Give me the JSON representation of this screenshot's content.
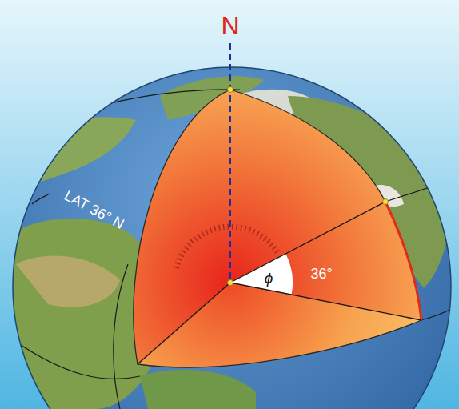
{
  "diagram": {
    "labels": [
      "N",
      "LAT 36° N",
      "ϕ",
      "36°"
    ]
  }
}
